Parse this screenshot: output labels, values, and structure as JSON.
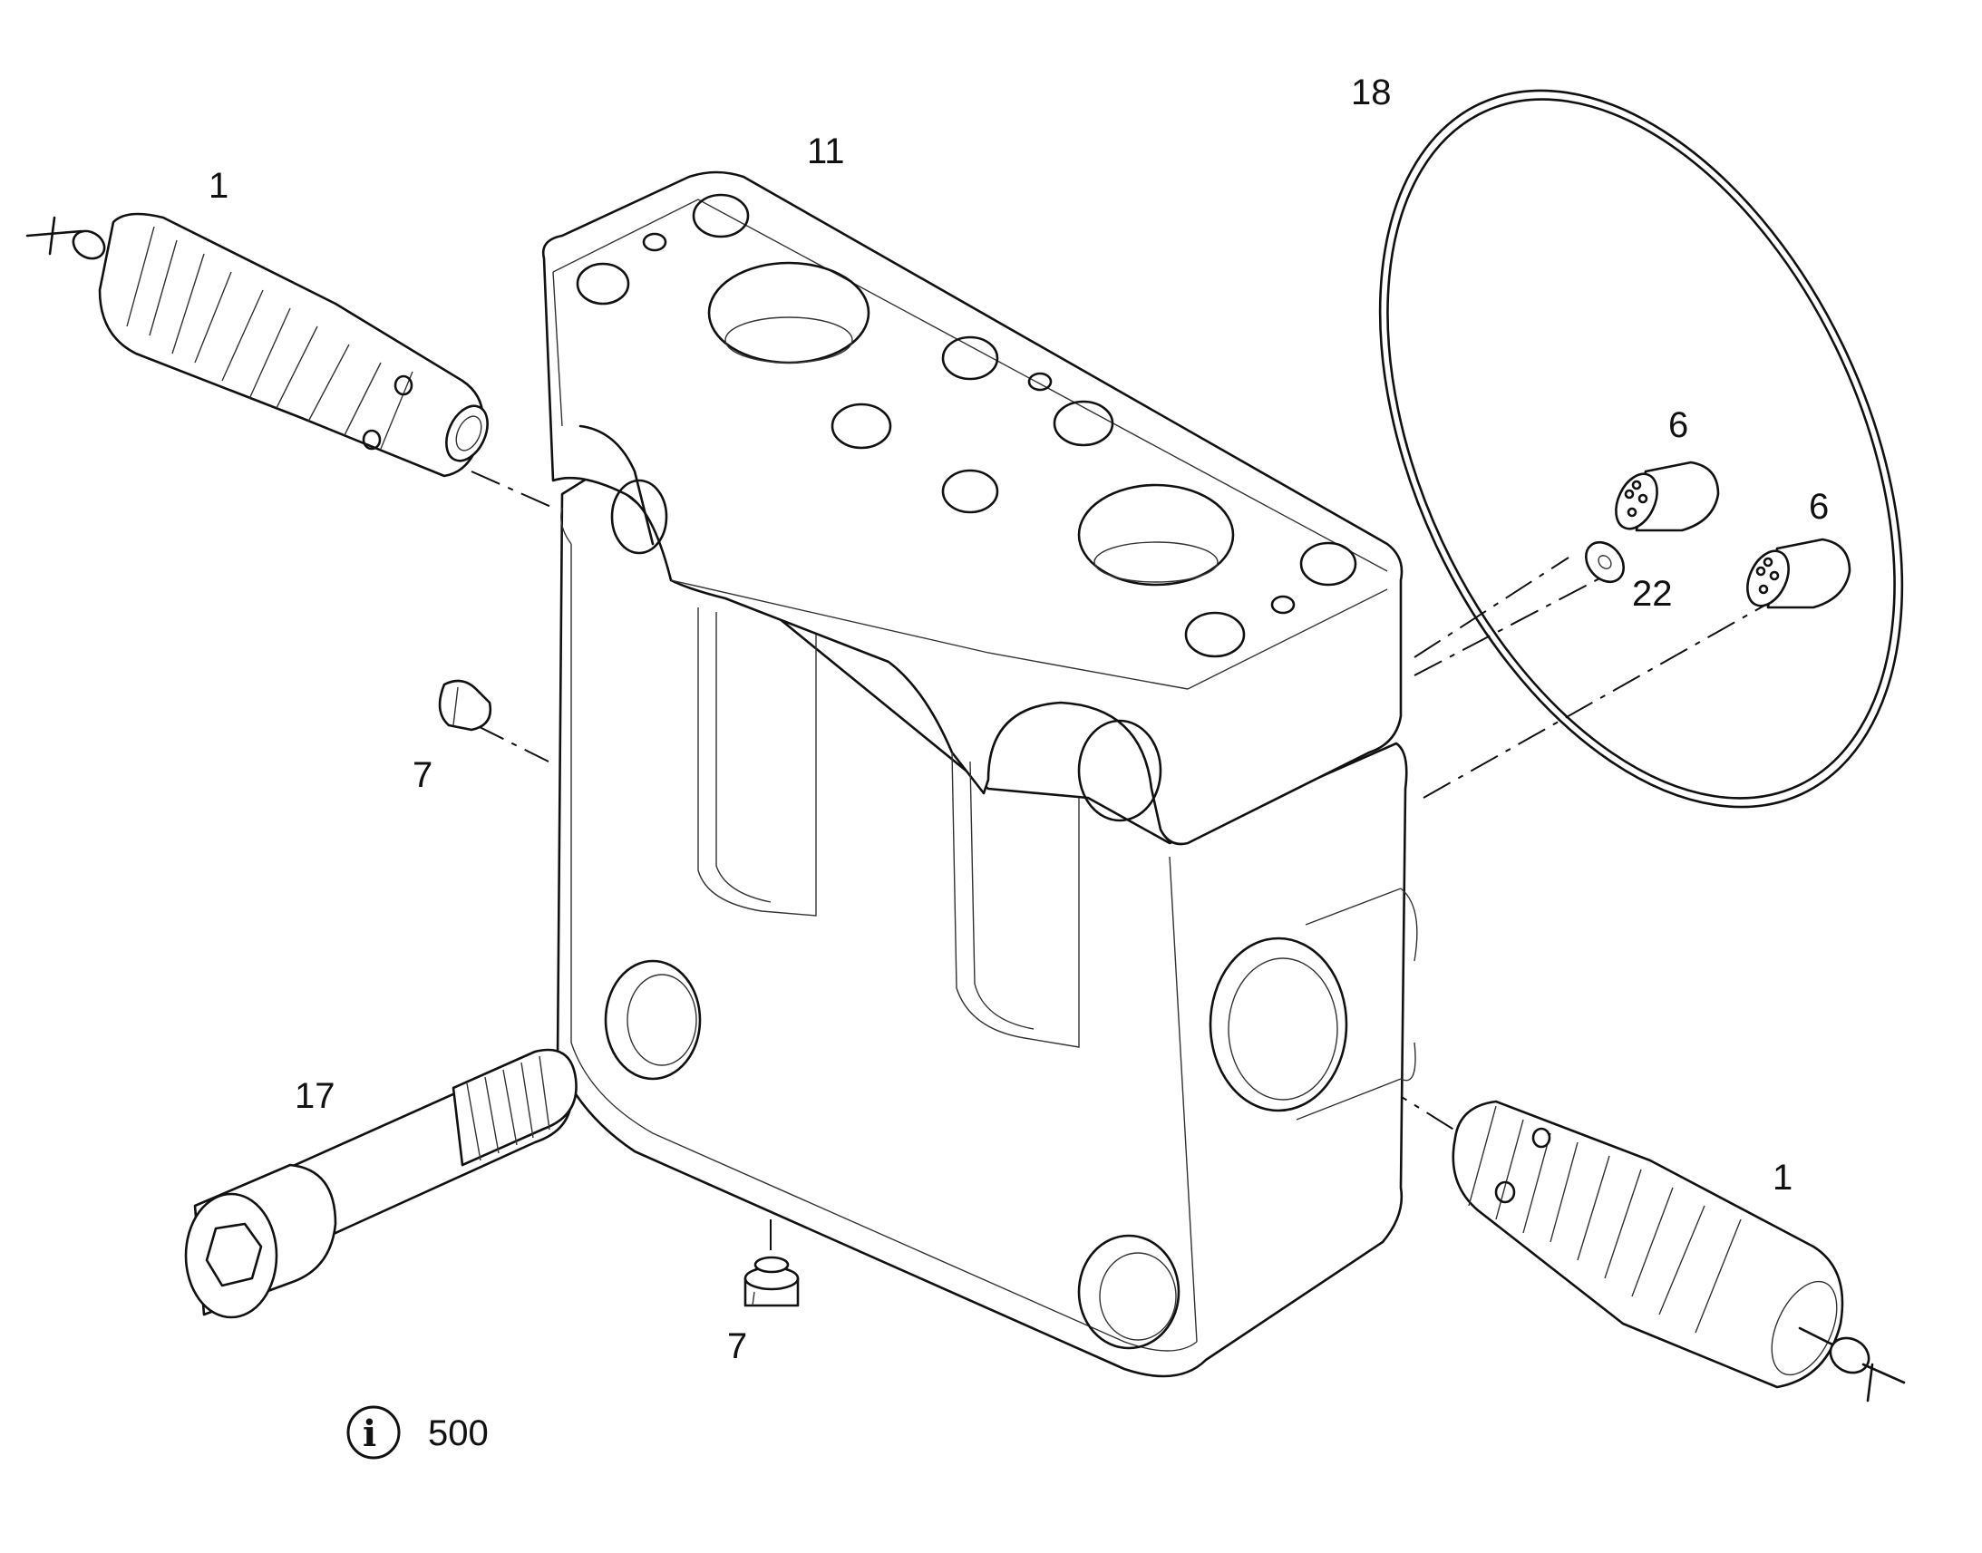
{
  "diagram": {
    "part_labels": {
      "valve_top_left": "1",
      "valve_bottom_right": "1",
      "plug_right_upper": "6",
      "plug_right_lower": "6",
      "screw_upper": "7",
      "screw_lower": "7",
      "housing": "11",
      "bolt": "17",
      "o_ring": "18",
      "washer": "22"
    },
    "info_reference": "500",
    "info_icon": "info-circle-icon"
  }
}
